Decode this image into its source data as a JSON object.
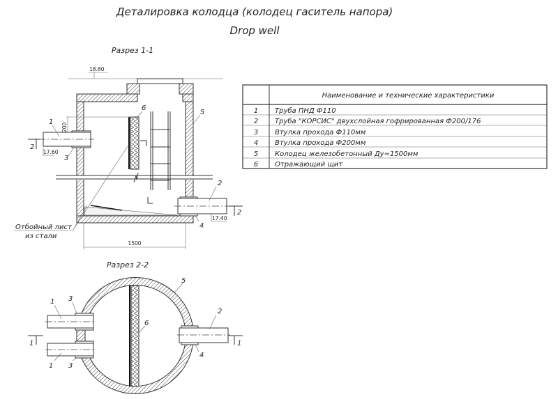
{
  "title": "Деталировка колодца (колодец гаситель напора)",
  "subtitle": "Drop well",
  "section_1": {
    "label": "Разрез 1-1",
    "ground_level": "18.80",
    "inlet_level": "17.60",
    "outlet_level": "17.40",
    "dim_200": "200",
    "dim_1500": "1500",
    "note_line1": "Отбойный лист",
    "note_line2": "из стали",
    "cut_mark": "2",
    "callouts": [
      "1",
      "2",
      "3",
      "4",
      "5",
      "6"
    ]
  },
  "section_2": {
    "label": "Разрез 2-2",
    "cut_mark": "1",
    "callouts": [
      "1",
      "1",
      "2",
      "3",
      "3",
      "4",
      "5",
      "6"
    ]
  },
  "table": {
    "header": "Наименование и технические характеристики",
    "rows": [
      {
        "num": "1",
        "text": "Труба ПНД   Ф110"
      },
      {
        "num": "2",
        "text": "Труба \"КОРСИС\" двухслойная гофрированная  Ф200/176"
      },
      {
        "num": "3",
        "text": "Втулка прохода Ф110мм"
      },
      {
        "num": "4",
        "text": "Втулка прохода Ф200мм"
      },
      {
        "num": "5",
        "text": "Колодец железобетонный Ду=1500мм"
      },
      {
        "num": "6",
        "text": "Отражающий щит"
      }
    ]
  }
}
